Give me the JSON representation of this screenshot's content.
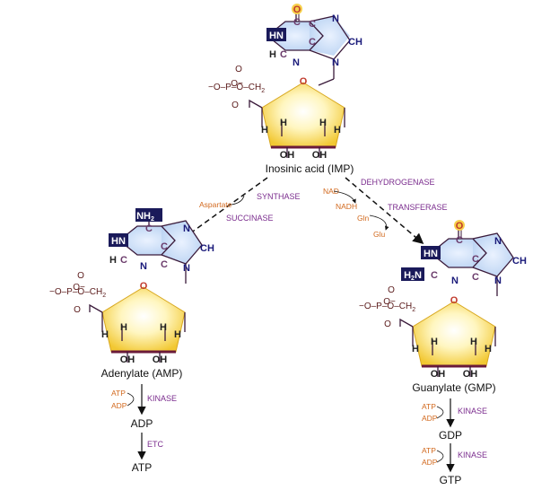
{
  "imp": {
    "name": "Inosinic acid (IMP)",
    "ring_atoms": [
      "O",
      "HN",
      "C",
      "N",
      "H",
      "C",
      "C",
      "N",
      "C",
      "N",
      "CH"
    ],
    "phosphate": "−O–P–O–CH",
    "p_o": "O",
    "p_om": "O−",
    "ch2_sub": "2",
    "ring_o": "O",
    "h_left": "H",
    "h_right": "H",
    "h1": "H",
    "h2": "H",
    "oh1": "OH",
    "oh2": "OH"
  },
  "amp": {
    "name": "Adenylate (AMP)",
    "nh": "NH",
    "nh_sub": "2"
  },
  "gmp": {
    "name": "Guanylate (GMP)",
    "h2n": "H",
    "h2n_sub": "2",
    "h2n_n": "N"
  },
  "left_branch": {
    "reagent": "Aspartate",
    "enzyme1": "SYNTHASE",
    "enzyme2": "SUCCINASE"
  },
  "right_branch": {
    "enzyme1": "DEHYDROGENASE",
    "cof_in": "NAD",
    "cof_out": "NADH",
    "gln": "Gln",
    "glu": "Glu",
    "enzyme2": "TRANSFERASE"
  },
  "amp_path": {
    "atp": "ATP",
    "adp": "ADP",
    "kinase": "KINASE",
    "product1": "ADP",
    "etc": "ETC",
    "product2": "ATP"
  },
  "gmp_path": {
    "atp1": "ATP",
    "adp1": "ADP",
    "kinase1": "KINASE",
    "product1": "GDP",
    "atp2": "ATP",
    "adp2": "ADP",
    "kinase2": "KINASE",
    "product2": "GTP"
  }
}
